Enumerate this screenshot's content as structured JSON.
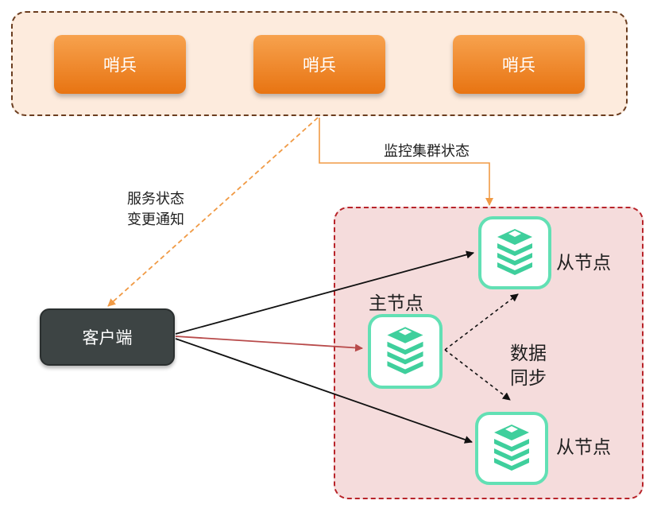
{
  "sentinel_group": {
    "sentinels": [
      {
        "label": "哨兵"
      },
      {
        "label": "哨兵"
      },
      {
        "label": "哨兵"
      }
    ]
  },
  "labels": {
    "monitor": "监控集群状态",
    "notify_line1": "服务状态",
    "notify_line2": "变更通知",
    "client": "客户端",
    "master": "主节点",
    "slave_top": "从节点",
    "slave_bottom": "从节点",
    "sync_line1": "数据",
    "sync_line2": "同步"
  },
  "icons": {
    "node": "redis-stack-icon"
  },
  "colors": {
    "sentinel_fill": "#ef8a2a",
    "sentinel_group_border": "#6b3d1f",
    "cluster_border": "#b8242a",
    "node_border": "#62e0b4",
    "client_fill": "#3d4444",
    "orange_arrow": "#f09a45",
    "red_arrow": "#b84a4a"
  }
}
